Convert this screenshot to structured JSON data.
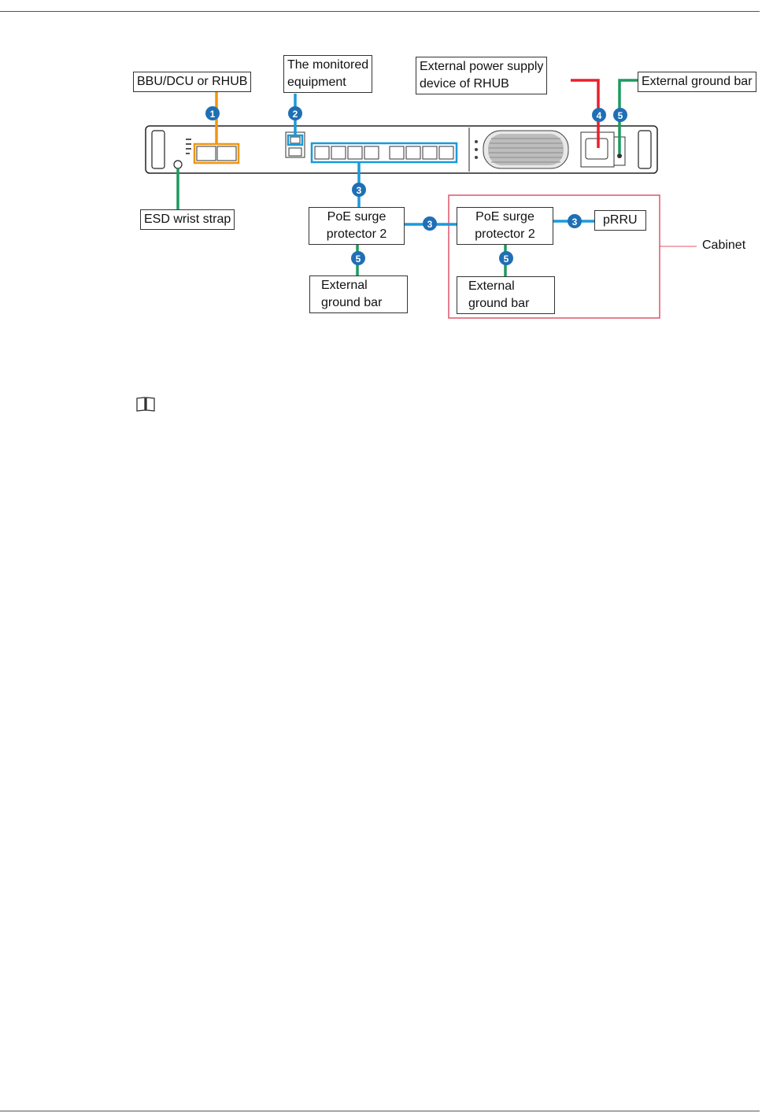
{
  "labels": {
    "bbu": "BBU/DCU  or  RHUB",
    "monitored_line1": "The monitored",
    "monitored_line2": "equipment",
    "ext_power_line1": "External power supply",
    "ext_power_line2": "device of RHUB",
    "ext_ground_top": "External ground bar",
    "esd": "ESD wrist strap",
    "poe_left_line1": "PoE surge",
    "poe_left_line2": "protector 2",
    "poe_right_line1": "PoE surge",
    "poe_right_line2": "protector 2",
    "prru": "pRRU",
    "cabinet": "Cabinet",
    "ground_left_line1": "External",
    "ground_left_line2": "ground bar",
    "ground_right_line1": "External",
    "ground_right_line2": "ground bar"
  },
  "badges": {
    "b1": "1",
    "b2": "2",
    "b3_down": "3",
    "b3_mid": "3",
    "b3_right": "3",
    "b4": "4",
    "b5_top": "5",
    "b5_left": "5",
    "b5_right": "5"
  },
  "colors": {
    "orange": "#f0960f",
    "blue": "#1a9ad9",
    "green": "#1f9a5e",
    "red": "#e8202c",
    "badge_fill": "#1f6fb5",
    "cabinet_border": "#e0556a"
  },
  "icons": {
    "note": "book-icon"
  }
}
